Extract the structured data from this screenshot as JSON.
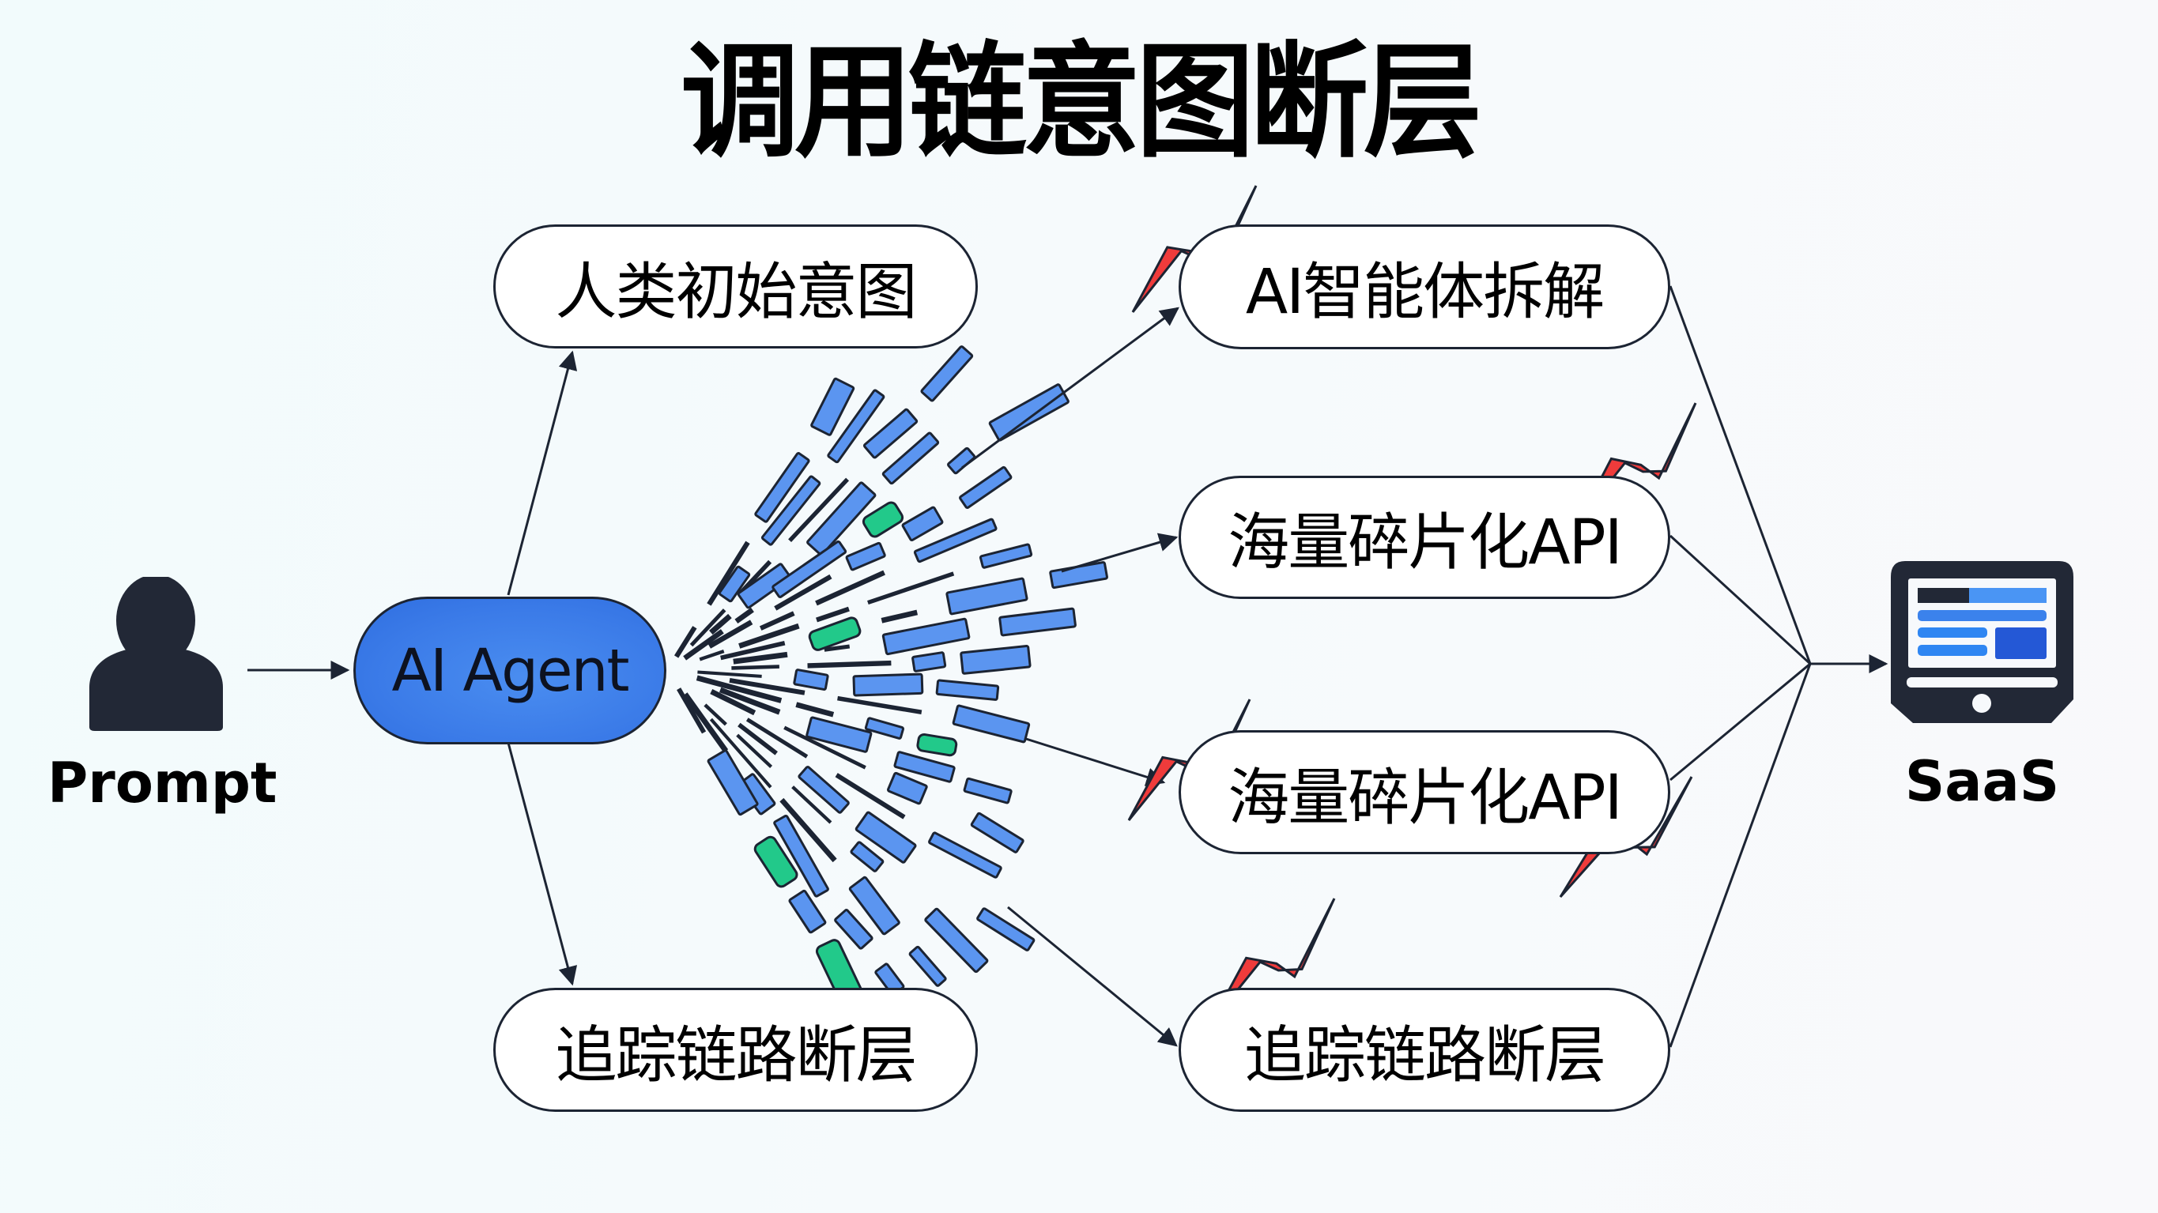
{
  "title": "调用链意图断层",
  "nodes": {
    "user": {
      "label": "Prompt",
      "icon": "person-icon"
    },
    "agent": {
      "label": "AI Agent"
    },
    "intent": {
      "label": "人类初始意图"
    },
    "trace_left": {
      "label": "追踪链路断层"
    },
    "decompose": {
      "label": "AI智能体拆解"
    },
    "api_1": {
      "label": "海量碎片化API"
    },
    "api_2": {
      "label": "海量碎片化API"
    },
    "trace_right": {
      "label": "追踪链路断层"
    },
    "saas": {
      "label": "SaaS",
      "icon": "monitor-icon"
    }
  },
  "edges": [
    {
      "from": "user",
      "to": "agent"
    },
    {
      "from": "agent",
      "to": "intent"
    },
    {
      "from": "agent",
      "to": "trace_left"
    },
    {
      "from": "agent",
      "to": "decompose",
      "broken": true
    },
    {
      "from": "agent",
      "to": "api_1"
    },
    {
      "from": "agent",
      "to": "api_2",
      "broken": true
    },
    {
      "from": "agent",
      "to": "trace_right",
      "broken": true
    },
    {
      "from": "decompose",
      "to": "saas"
    },
    {
      "from": "api_1",
      "to": "saas",
      "broken": true
    },
    {
      "from": "api_2",
      "to": "saas",
      "broken": true
    },
    {
      "from": "trace_right",
      "to": "saas"
    }
  ],
  "colors": {
    "agent_fill": "#3b7be8",
    "fragment_blue": "#5b95f0",
    "fragment_green": "#22c98a",
    "lightning": "#ef3b3b",
    "stroke": "#1c2433",
    "screen_blue": "#3b86f0",
    "screen_dark_blue": "#2458d6"
  }
}
